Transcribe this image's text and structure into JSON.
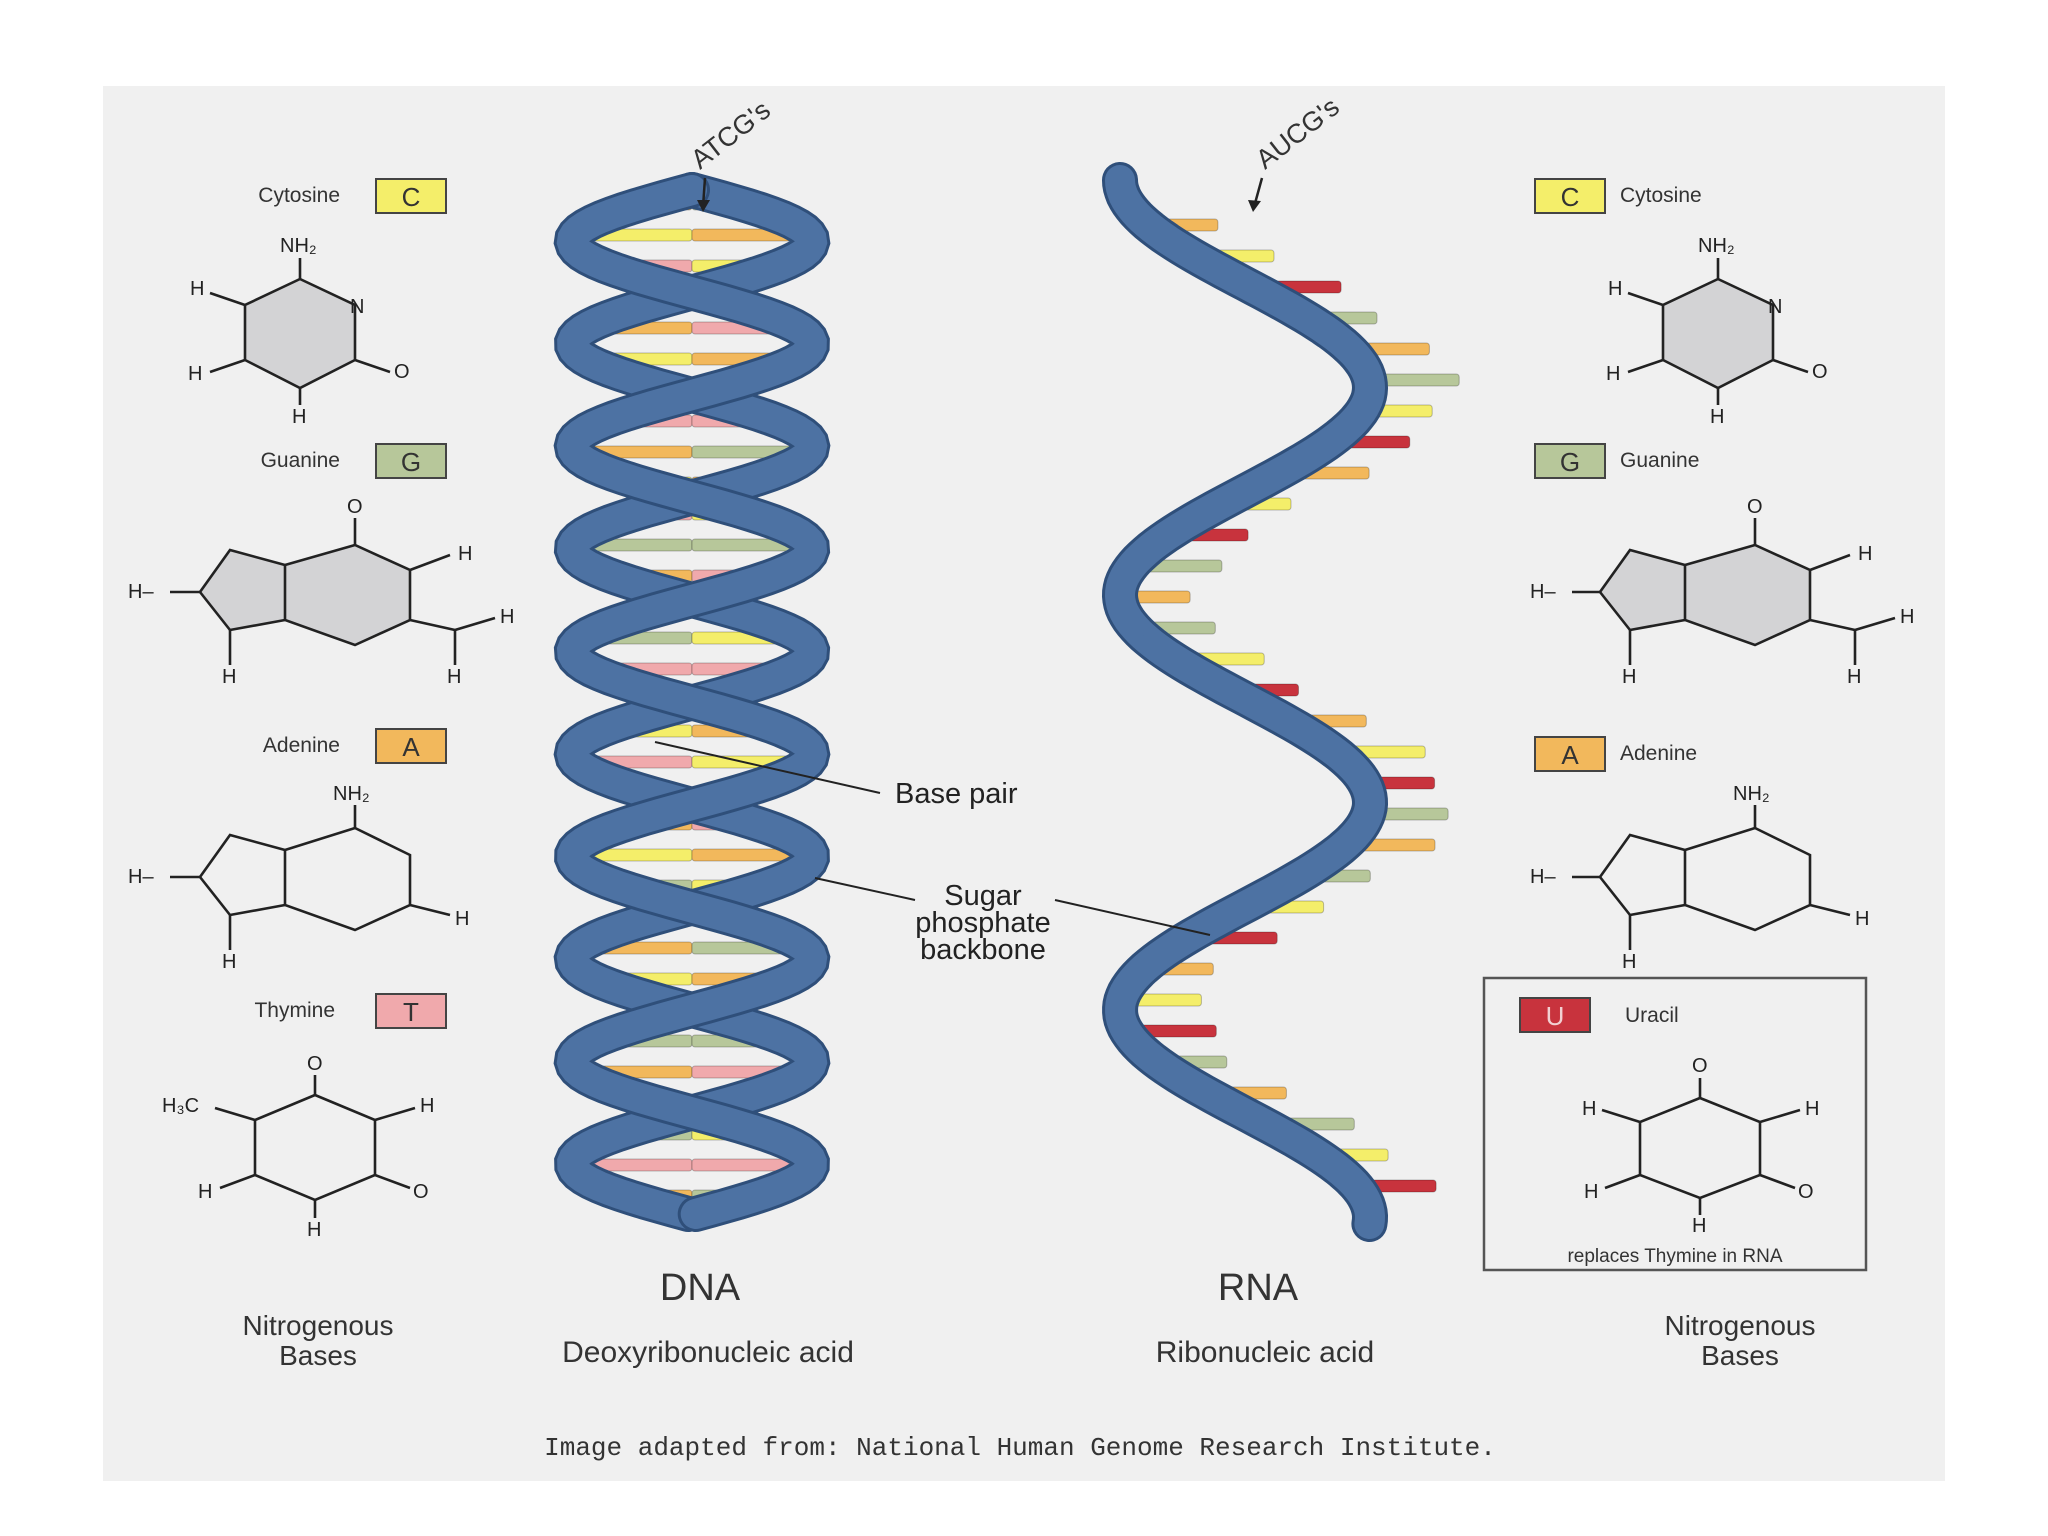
{
  "colors": {
    "background": "#f0f0f0",
    "backbone": "#4d72a3",
    "backbone_edge": "#2f4f7a",
    "cytosine": "#f4ee6a",
    "guanine": "#b7c79a",
    "adenine": "#f2b85c",
    "thymine": "#f0a9ac",
    "uracil": "#c8333d"
  },
  "bases_left": [
    {
      "name": "Cytosine",
      "letter": "C"
    },
    {
      "name": "Guanine",
      "letter": "G"
    },
    {
      "name": "Adenine",
      "letter": "A"
    },
    {
      "name": "Thymine",
      "letter": "T"
    }
  ],
  "bases_right": [
    {
      "name": "Cytosine",
      "letter": "C"
    },
    {
      "name": "Guanine",
      "letter": "G"
    },
    {
      "name": "Adenine",
      "letter": "A"
    },
    {
      "name": "Uracil",
      "letter": "U"
    }
  ],
  "uracil_note": "replaces Thymine in RNA",
  "dna": {
    "title": "DNA",
    "subtitle": "Deoxyribonucleic acid",
    "top_label": "ATCG's"
  },
  "rna": {
    "title": "RNA",
    "subtitle": "Ribonucleic acid",
    "top_label": "AUCG's"
  },
  "callouts": {
    "base_pair": "Base pair",
    "backbone_line1": "Sugar",
    "backbone_line2": "phosphate",
    "backbone_line3": "backbone"
  },
  "nitrogenous_line1": "Nitrogenous",
  "nitrogenous_line2": "Bases",
  "atoms": {
    "nh2": "NH₂",
    "o": "O",
    "h": "H",
    "n": "N",
    "c": "C",
    "h3c": "H₃C",
    "hminus": "H–"
  },
  "credit": "Image adapted from: National Human Genome Research Institute."
}
